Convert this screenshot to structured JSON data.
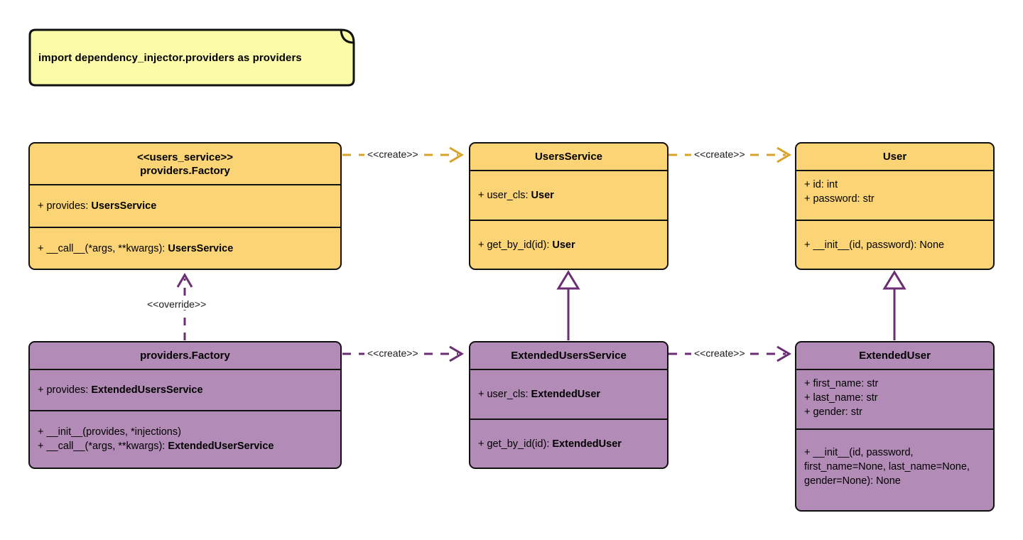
{
  "diagram": {
    "type": "uml-class-diagram",
    "background": "#ffffff",
    "colors": {
      "gold_fill": "#FBD475",
      "purple_fill": "#B28BB6",
      "gold_edge": "#D9A32B",
      "purple_edge": "#6B2D73",
      "border": "#111111",
      "note_fill": "#FCFBA8"
    }
  },
  "note": {
    "text": "import dependency_injector.providers as providers"
  },
  "classes": {
    "users_service_factory": {
      "stereotype": "<<users_service>>",
      "name": "providers.Factory",
      "attributes": [
        {
          "prefix": "+ provides: ",
          "type": "UsersService"
        }
      ],
      "methods": [
        {
          "prefix": "+ __call__(*args, **kwargs): ",
          "type": "UsersService"
        }
      ]
    },
    "users_service": {
      "name": "UsersService",
      "attributes": [
        {
          "prefix": "+ user_cls: ",
          "type": "User"
        }
      ],
      "methods": [
        {
          "prefix": "+ get_by_id(id): ",
          "type": "User"
        }
      ]
    },
    "user": {
      "name": "User",
      "attributes": [
        {
          "prefix": "+ id: int",
          "type": ""
        },
        {
          "prefix": "+ password: str",
          "type": ""
        }
      ],
      "methods": [
        {
          "prefix": "+ __init__(id, password): None",
          "type": ""
        }
      ]
    },
    "extended_factory": {
      "name": "providers.Factory",
      "attributes": [
        {
          "prefix": "+ provides: ",
          "type": "ExtendedUsersService"
        }
      ],
      "methods": [
        {
          "prefix": "+ __init__(provides, *injections)",
          "type": ""
        },
        {
          "prefix": "+ __call__(*args, **kwargs): ",
          "type": "ExtendedUserService"
        }
      ]
    },
    "extended_users_service": {
      "name": "ExtendedUsersService",
      "attributes": [
        {
          "prefix": "+ user_cls: ",
          "type": "ExtendedUser"
        }
      ],
      "methods": [
        {
          "prefix": "+ get_by_id(id): ",
          "type": "ExtendedUser"
        }
      ]
    },
    "extended_user": {
      "name": "ExtendedUser",
      "attributes": [
        {
          "prefix": "+ first_name: str",
          "type": ""
        },
        {
          "prefix": "+ last_name: str",
          "type": ""
        },
        {
          "prefix": "+ gender: str",
          "type": ""
        }
      ],
      "methods": [
        {
          "prefix": "+ __init__(id, password, first_name=None, last_name=None, gender=None): None",
          "type": ""
        }
      ]
    }
  },
  "edges": [
    {
      "id": "create-top-left",
      "label": "<<create>>",
      "from": "users_service_factory",
      "to": "users_service",
      "style": "dashed",
      "arrow": "open",
      "color": "#D9A32B"
    },
    {
      "id": "create-top-right",
      "label": "<<create>>",
      "from": "users_service",
      "to": "user",
      "style": "dashed",
      "arrow": "open",
      "color": "#D9A32B"
    },
    {
      "id": "override",
      "label": "<<override>>",
      "from": "extended_factory",
      "to": "users_service_factory",
      "style": "dashed",
      "arrow": "open",
      "color": "#6B2D73"
    },
    {
      "id": "generalization-users-service",
      "label": "",
      "from": "extended_users_service",
      "to": "users_service",
      "style": "solid",
      "arrow": "hollow-triangle",
      "color": "#6B2D73"
    },
    {
      "id": "generalization-user",
      "label": "",
      "from": "extended_user",
      "to": "user",
      "style": "solid",
      "arrow": "hollow-triangle",
      "color": "#6B2D73"
    },
    {
      "id": "create-bottom-left",
      "label": "<<create>>",
      "from": "extended_factory",
      "to": "extended_users_service",
      "style": "dashed",
      "arrow": "open",
      "color": "#6B2D73"
    },
    {
      "id": "create-bottom-right",
      "label": "<<create>>",
      "from": "extended_users_service",
      "to": "extended_user",
      "style": "dashed",
      "arrow": "open",
      "color": "#6B2D73"
    }
  ]
}
